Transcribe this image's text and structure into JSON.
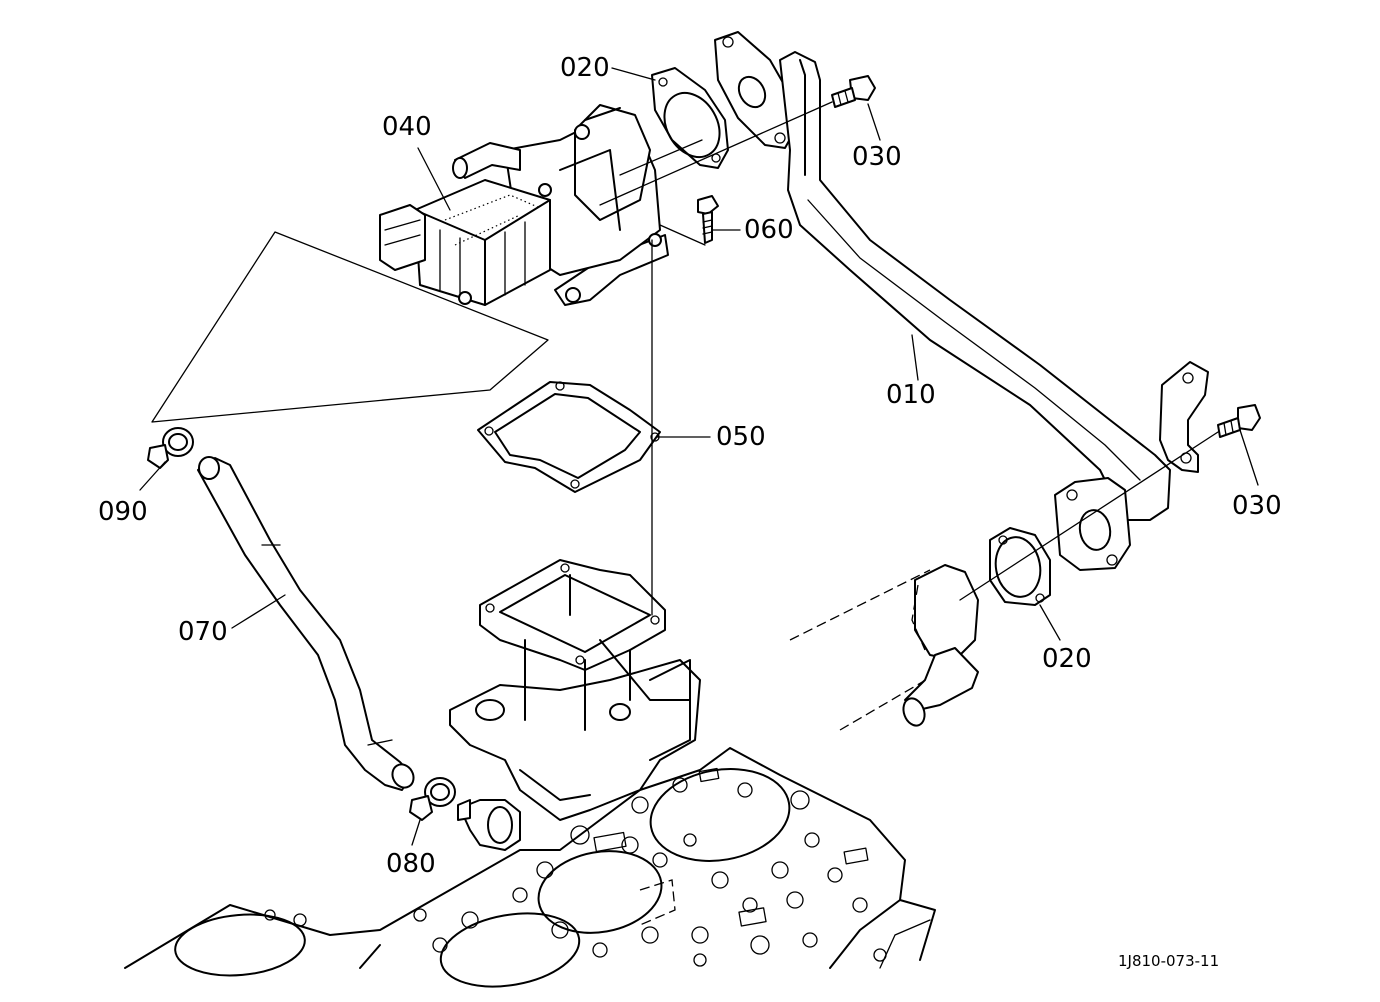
{
  "parts": [
    {
      "id": "p010",
      "label": "010"
    },
    {
      "id": "p020a",
      "label": "020"
    },
    {
      "id": "p020b",
      "label": "020"
    },
    {
      "id": "p030a",
      "label": "030"
    },
    {
      "id": "p030b",
      "label": "030"
    },
    {
      "id": "p040",
      "label": "040"
    },
    {
      "id": "p050",
      "label": "050"
    },
    {
      "id": "p060",
      "label": "060"
    },
    {
      "id": "p070",
      "label": "070"
    },
    {
      "id": "p080",
      "label": "080"
    },
    {
      "id": "p090",
      "label": "090"
    }
  ],
  "reference_code": "1J810-073-11"
}
